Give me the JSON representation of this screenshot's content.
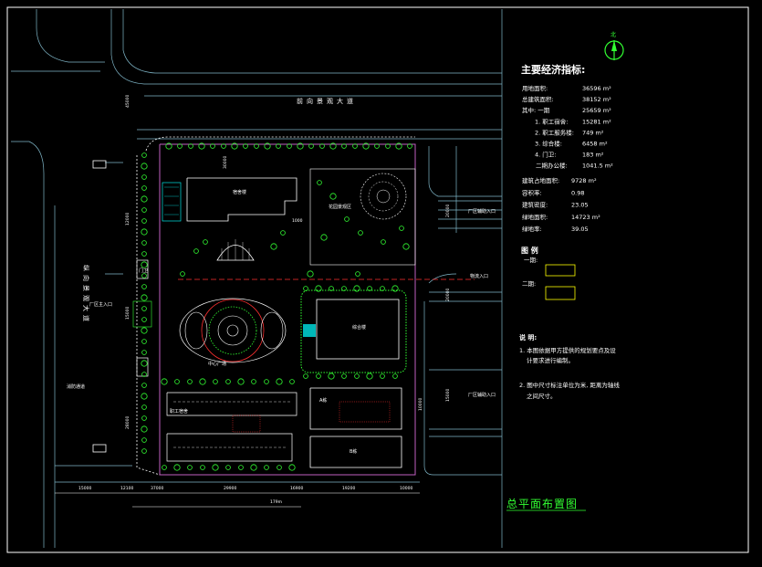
{
  "drawing": {
    "title": "总平面布置图",
    "north_label": "北",
    "road_north": "前向景观大道",
    "road_west": "纵向景观大道"
  },
  "indicators": {
    "heading": "主要经济指标:",
    "rows": [
      {
        "label": "用地面积:",
        "value": "36596 m²"
      },
      {
        "label": "总建筑面积:",
        "value": "38152 m²"
      },
      {
        "label": "其中: 一期",
        "value": "25659 m²"
      },
      {
        "label": "1. 职工宿舍:",
        "value": "15281 m²"
      },
      {
        "label": "2. 职工服务楼:",
        "value": "749 m²"
      },
      {
        "label": "3. 综合楼:",
        "value": "6458 m²"
      },
      {
        "label": "4. 门卫:",
        "value": "183 m²"
      },
      {
        "label": "二期办公楼:",
        "value": "1041.5 m²"
      }
    ],
    "summary": [
      {
        "label": "建筑占地面积:",
        "value": "9728 m²"
      },
      {
        "label": "容积率:",
        "value": "0.98"
      },
      {
        "label": "建筑密度:",
        "value": "23.05"
      },
      {
        "label": "绿地面积:",
        "value": "14723 m²"
      },
      {
        "label": "绿地率:",
        "value": "39.05"
      }
    ]
  },
  "legend": {
    "heading": "图 例",
    "phase1": "一期:",
    "phase2": "二期:"
  },
  "notes": {
    "heading": "说 明:",
    "items": [
      "1. 本图依据甲方提供的规划要点及设计要求进行编制。",
      "2. 图中尺寸标注单位为米, 距离为轴线之间尺寸。"
    ]
  },
  "plan_labels": {
    "dormitory_north": "宿舍楼",
    "garden": "花园景观区",
    "complex": "综合楼",
    "staff_building": "职工宿舍",
    "block_a": "A栋",
    "block_b": "B栋",
    "entrance_main": "厂区主入口",
    "entrance_east_1": "厂区辅助入口",
    "entrance_east_2": "厂区辅助入口",
    "entrance_logistics": "物流入口",
    "gate": "门卫",
    "plaza": "中心广场",
    "fire_lane": "消防通道"
  },
  "dimensions": {
    "bottom": [
      "15000",
      "12100",
      "37000",
      "29900",
      "16900",
      "19200",
      "10000"
    ],
    "bottom_total": "179m",
    "top_left": "1000",
    "left": [
      "45000",
      "12000",
      "15000",
      "28000",
      "30000"
    ],
    "right": [
      "20000",
      "20000",
      "15000",
      "10000"
    ]
  },
  "colors": {
    "background": "#000000",
    "cad_white": "#ffffff",
    "cad_green": "#32ff32",
    "cad_cyan": "#00e5e5",
    "cad_yellow": "#ffff00",
    "cad_magenta": "#c060c0",
    "cad_red": "#ff3030"
  }
}
